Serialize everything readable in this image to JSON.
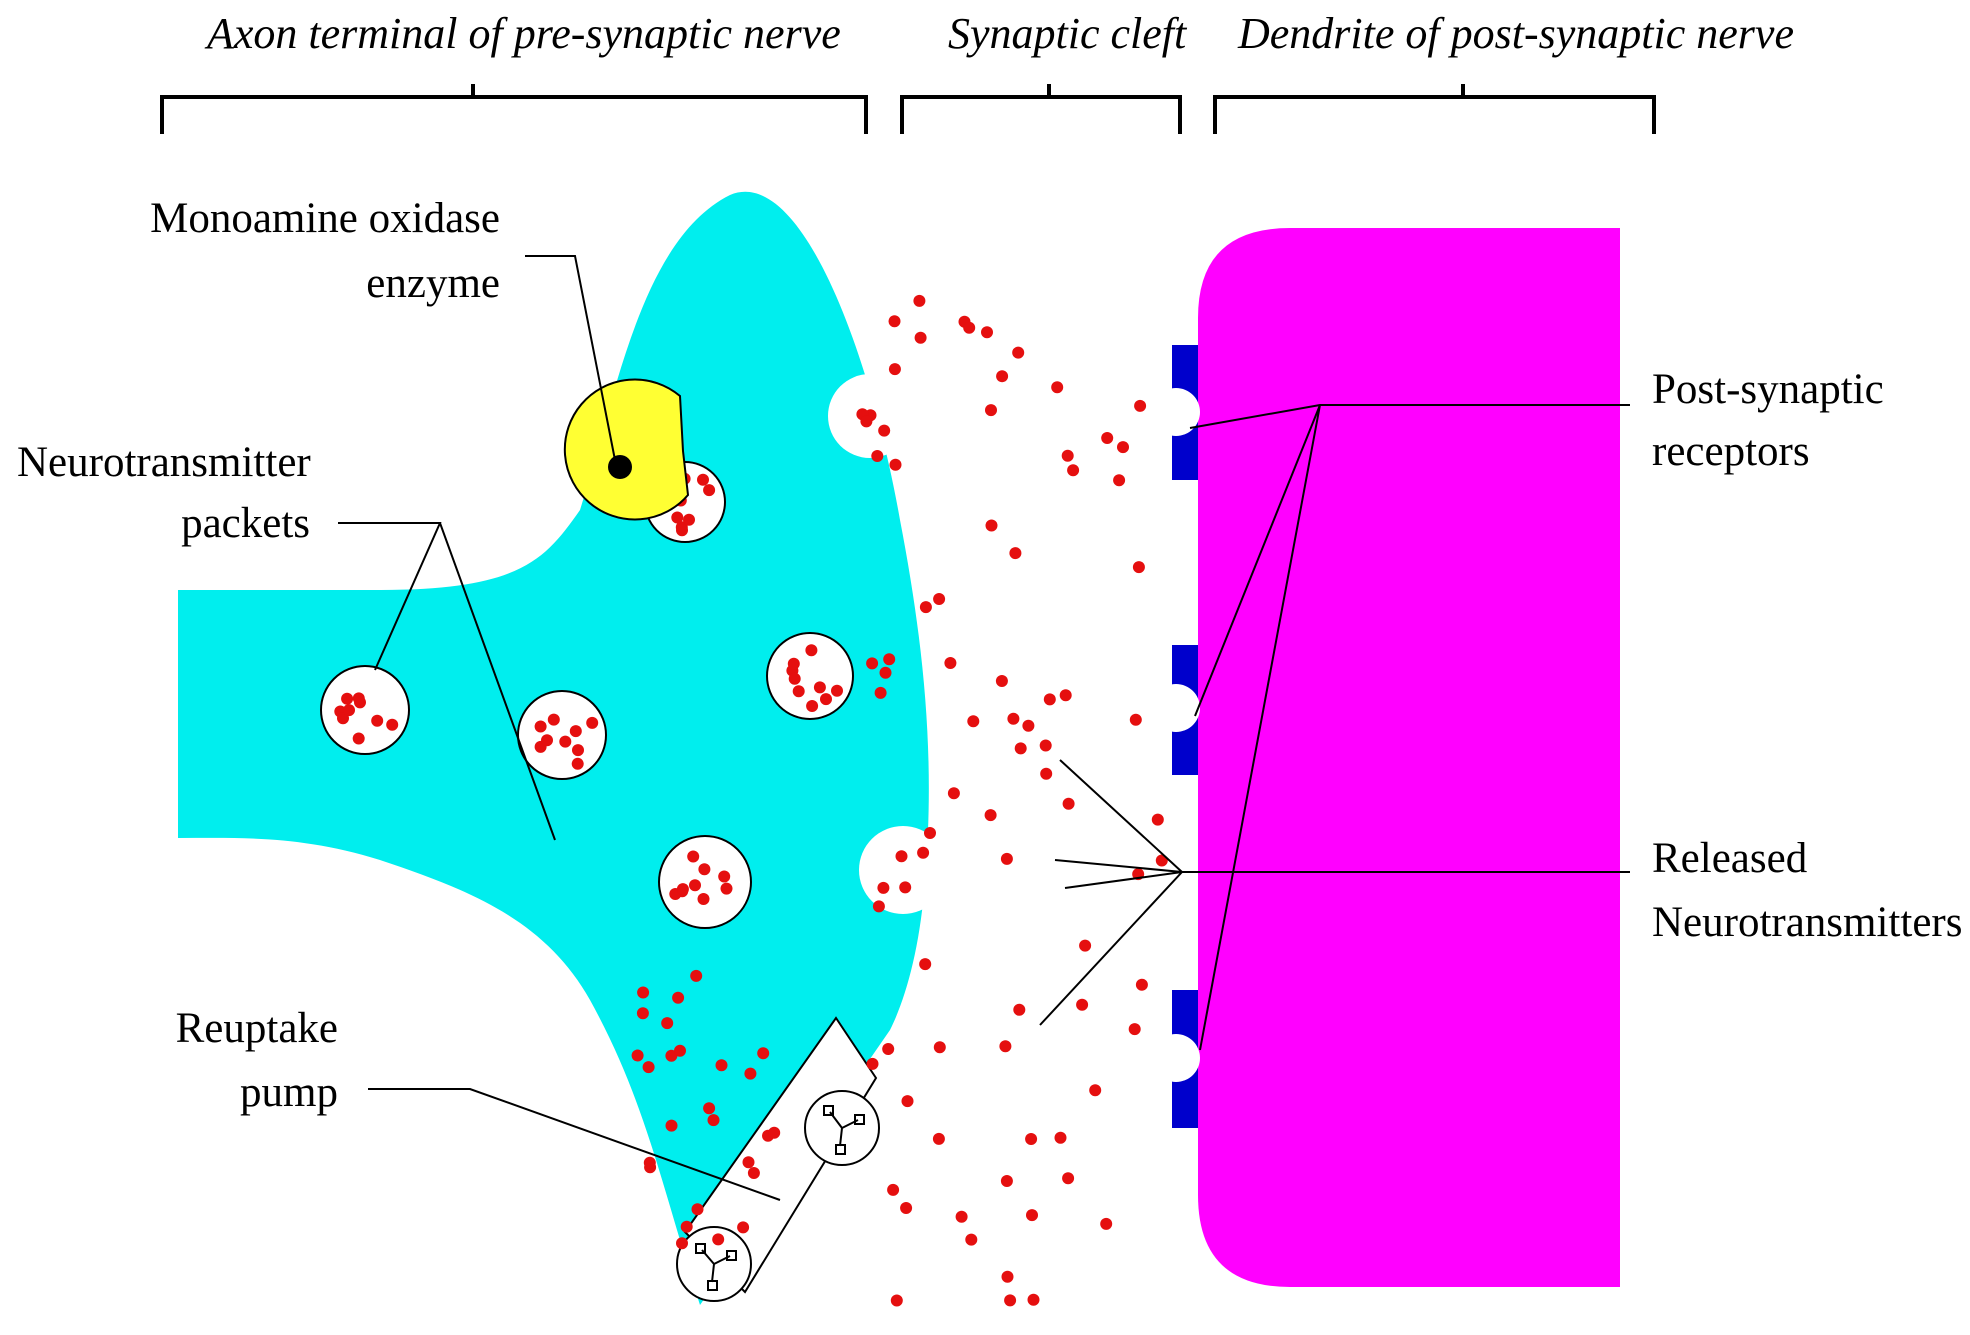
{
  "headers": {
    "axon": "Axon terminal of pre-synaptic nerve",
    "cleft": "Synaptic cleft",
    "dendrite": "Dendrite of post-synaptic nerve"
  },
  "labels": {
    "mao_line1": "Monoamine oxidase",
    "mao_line2": "enzyme",
    "packets_line1": "Neurotransmitter",
    "packets_line2": "packets",
    "reuptake_line1": "Reuptake",
    "reuptake_line2": "pump",
    "receptors_line1": "Post-synaptic",
    "receptors_line2": "receptors",
    "released_line1": "Released",
    "released_line2": "Neurotransmitters"
  },
  "colors": {
    "axon": "#00eeee",
    "dendrite": "#ff00ff",
    "receptor": "#0000cc",
    "enzyme": "#ffff33",
    "neurotransmitter": "#e50f0f"
  }
}
